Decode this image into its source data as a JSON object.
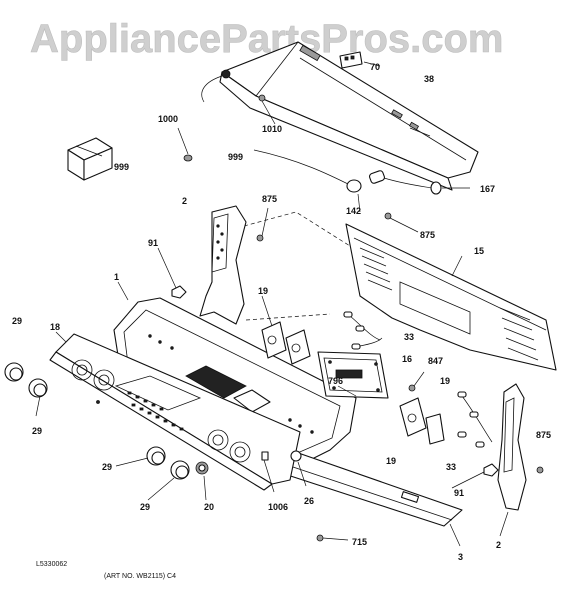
{
  "watermark": "AppliancePartsPros.com",
  "callouts": {
    "c70": "70",
    "c38": "38",
    "c1010": "1010",
    "c1000": "1000",
    "c999_box": "999",
    "c999_wire": "999",
    "c167": "167",
    "c142": "142",
    "c875_a": "875",
    "c875_b": "875",
    "c875_c": "875",
    "c2_a": "2",
    "c2_b": "2",
    "c15": "15",
    "c91_a": "91",
    "c91_b": "91",
    "c1": "1",
    "c19_a": "19",
    "c19_b": "19",
    "c19_c": "19",
    "c33_a": "33",
    "c33_b": "33",
    "c16": "16",
    "c847": "847",
    "c18": "18",
    "c29_a": "29",
    "c29_b": "29",
    "c29_c": "29",
    "c29_d": "29",
    "c796": "796",
    "c20": "20",
    "c1006": "1006",
    "c26": "26",
    "c715": "715",
    "c3": "3"
  },
  "footer": {
    "code": "L5330062",
    "art_no": "(ART NO. WB2115)  C4"
  }
}
